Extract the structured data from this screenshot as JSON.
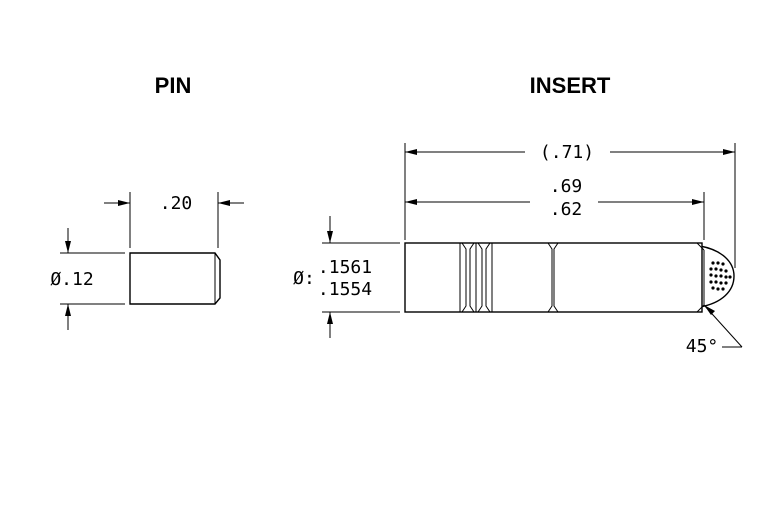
{
  "titles": {
    "pin": "PIN",
    "insert": "INSERT"
  },
  "pin": {
    "length": ".20",
    "diameter": "Ø.12"
  },
  "insert": {
    "overall_length": "(.71)",
    "length_max": ".69",
    "length_min": ".62",
    "diameter_prefix": "Ø:",
    "diameter_max": ".1561",
    "diameter_min": ".1554",
    "chamfer_angle": "45°"
  }
}
